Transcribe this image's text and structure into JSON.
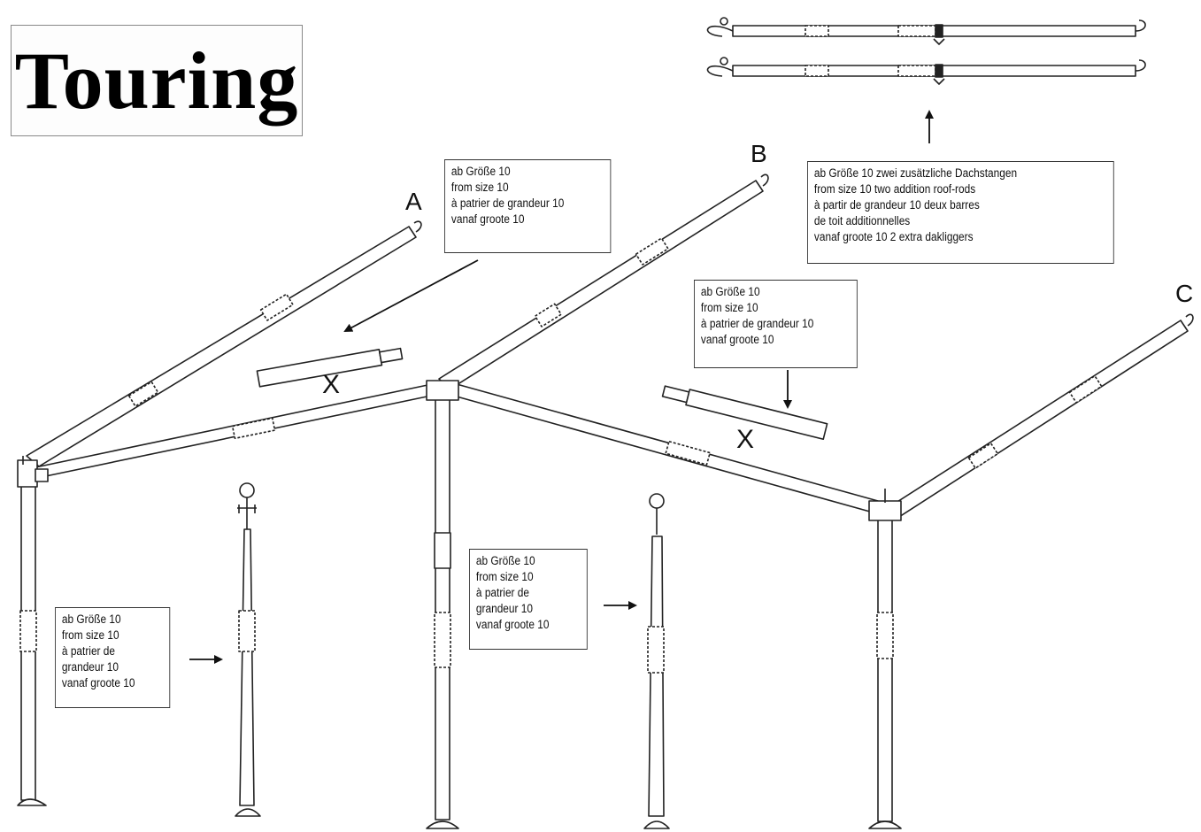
{
  "title": "Touring",
  "labels": {
    "a": "A",
    "b": "B",
    "c": "C"
  },
  "x_marks": [
    "X",
    "X"
  ],
  "notes": {
    "roof_rods": [
      "ab Größe 10 zwei zusätzliche Dachstangen",
      "from size 10 two addition roof-rods",
      "à partir de grandeur 10 deux barres",
      "de toit additionnelles",
      "vanaf groote 10 2 extra dakliggers"
    ],
    "top_center": [
      "ab Größe 10",
      "from size 10",
      "à patrier de grandeur 10",
      "vanaf groote 10"
    ],
    "right_middle": [
      "ab Größe 10",
      "from size 10",
      "à patrier de grandeur 10",
      "vanaf groote 10"
    ],
    "left_leg": [
      "ab Größe 10",
      "from size 10",
      "à patrier de",
      "grandeur 10",
      "vanaf groote 10"
    ],
    "center_leg": [
      "ab Größe 10",
      "from size 10",
      "à patrier de",
      "grandeur 10",
      "vanaf groote 10"
    ]
  }
}
